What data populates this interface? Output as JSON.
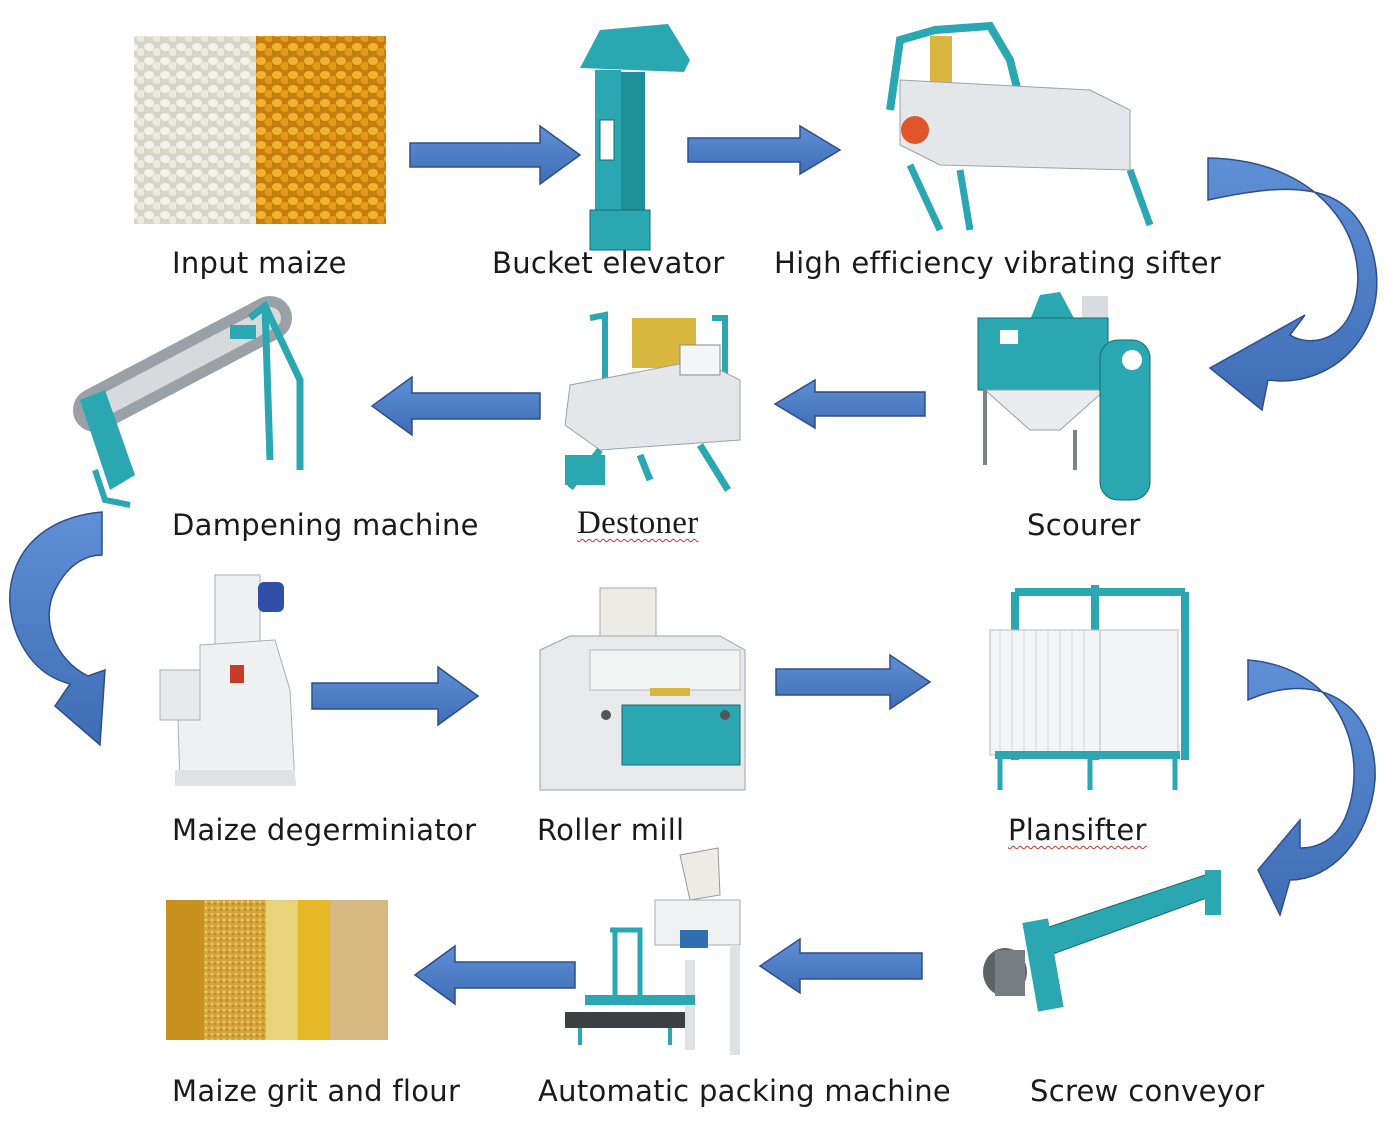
{
  "diagram": {
    "steps": [
      {
        "id": "input",
        "label": "Input maize"
      },
      {
        "id": "elevator",
        "label": "Bucket elevator"
      },
      {
        "id": "sifter",
        "label": "High efficiency vibrating sifter"
      },
      {
        "id": "scourer",
        "label": "Scourer"
      },
      {
        "id": "destoner",
        "label": "Destoner"
      },
      {
        "id": "dampener",
        "label": "Dampening machine"
      },
      {
        "id": "degerminator",
        "label": "Maize degerminiator"
      },
      {
        "id": "roller",
        "label": "Roller mill"
      },
      {
        "id": "plansifter",
        "label": "Plansifter"
      },
      {
        "id": "screw",
        "label": "Screw conveyor"
      },
      {
        "id": "packing",
        "label": "Automatic packing machine"
      },
      {
        "id": "output",
        "label": "Maize grit and flour"
      }
    ],
    "colors": {
      "arrow_fill": "#4a7bc4",
      "arrow_stroke": "#2e4f86",
      "machine_teal": "#2aa7b0",
      "machine_white": "#e9ecef",
      "maize_white": "#eceae3",
      "maize_yellow": "#e0a21c"
    }
  }
}
